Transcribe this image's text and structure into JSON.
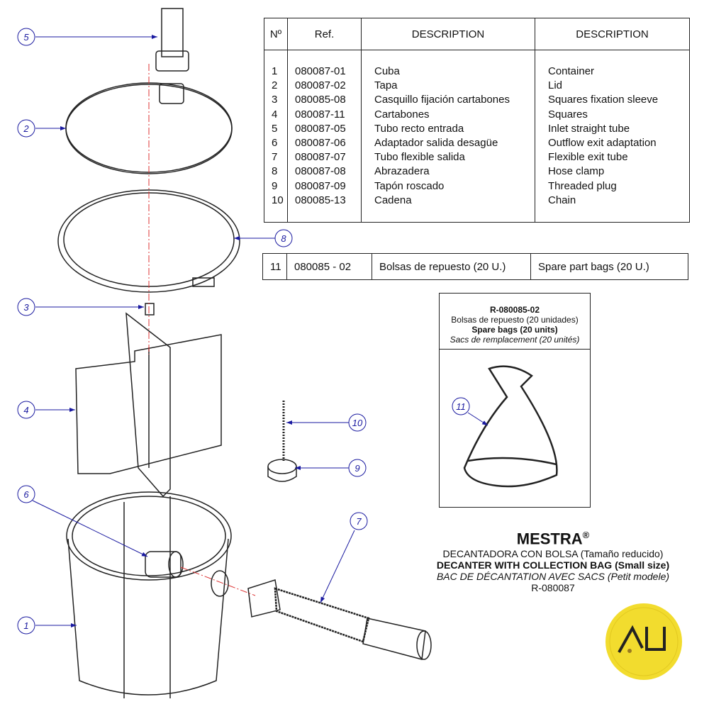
{
  "parts_table": {
    "headers": [
      "Nº",
      "Ref.",
      "DESCRIPTION",
      "DESCRIPTION"
    ],
    "rows": [
      {
        "n": "1",
        "ref": "080087-01",
        "es": "Cuba",
        "en": "Container"
      },
      {
        "n": "2",
        "ref": "080087-02",
        "es": "Tapa",
        "en": "Lid"
      },
      {
        "n": "3",
        "ref": "080085-08",
        "es": "Casquillo fijación cartabones",
        "en": "Squares fixation sleeve"
      },
      {
        "n": "4",
        "ref": "080087-11",
        "es": "Cartabones",
        "en": "Squares"
      },
      {
        "n": "5",
        "ref": "080087-05",
        "es": "Tubo recto entrada",
        "en": "Inlet straight tube"
      },
      {
        "n": "6",
        "ref": "080087-06",
        "es": "Adaptador salida desagüe",
        "en": "Outflow exit adaptation"
      },
      {
        "n": "7",
        "ref": "080087-07",
        "es": "Tubo flexible salida",
        "en": "Flexible exit tube"
      },
      {
        "n": "8",
        "ref": "080087-08",
        "es": "Abrazadera",
        "en": "Hose clamp"
      },
      {
        "n": "9",
        "ref": "080087-09",
        "es": "Tapón roscado",
        "en": "Threaded plug"
      },
      {
        "n": "10",
        "ref": "080085-13",
        "es": "Cadena",
        "en": "Chain"
      }
    ]
  },
  "spare_table": {
    "n": "11",
    "ref": "080085 - 02",
    "es": "Bolsas de repuesto (20 U.)",
    "en": "Spare part bags (20 U.)"
  },
  "bag_box": {
    "ref": "R-080085-02",
    "es": "Bolsas de repuesto (20 unidades)",
    "en": "Spare bags (20 units)",
    "fr": "Sacs de remplacement (20 unités)",
    "callout": "11"
  },
  "title": {
    "brand": "MESTRA",
    "reg": "®",
    "es": "DECANTADORA CON BOLSA (Tamaño reducido)",
    "en": "DECANTER WITH COLLECTION BAG (Small size)",
    "fr": "BAC DE DÉCANTATION AVEC SACS (Petit modele)",
    "ref": "R-080087"
  },
  "callouts": [
    "1",
    "2",
    "3",
    "4",
    "5",
    "6",
    "7",
    "8",
    "9",
    "10"
  ],
  "logo": {
    "text": "AU",
    "color": "#f2dc2e"
  }
}
